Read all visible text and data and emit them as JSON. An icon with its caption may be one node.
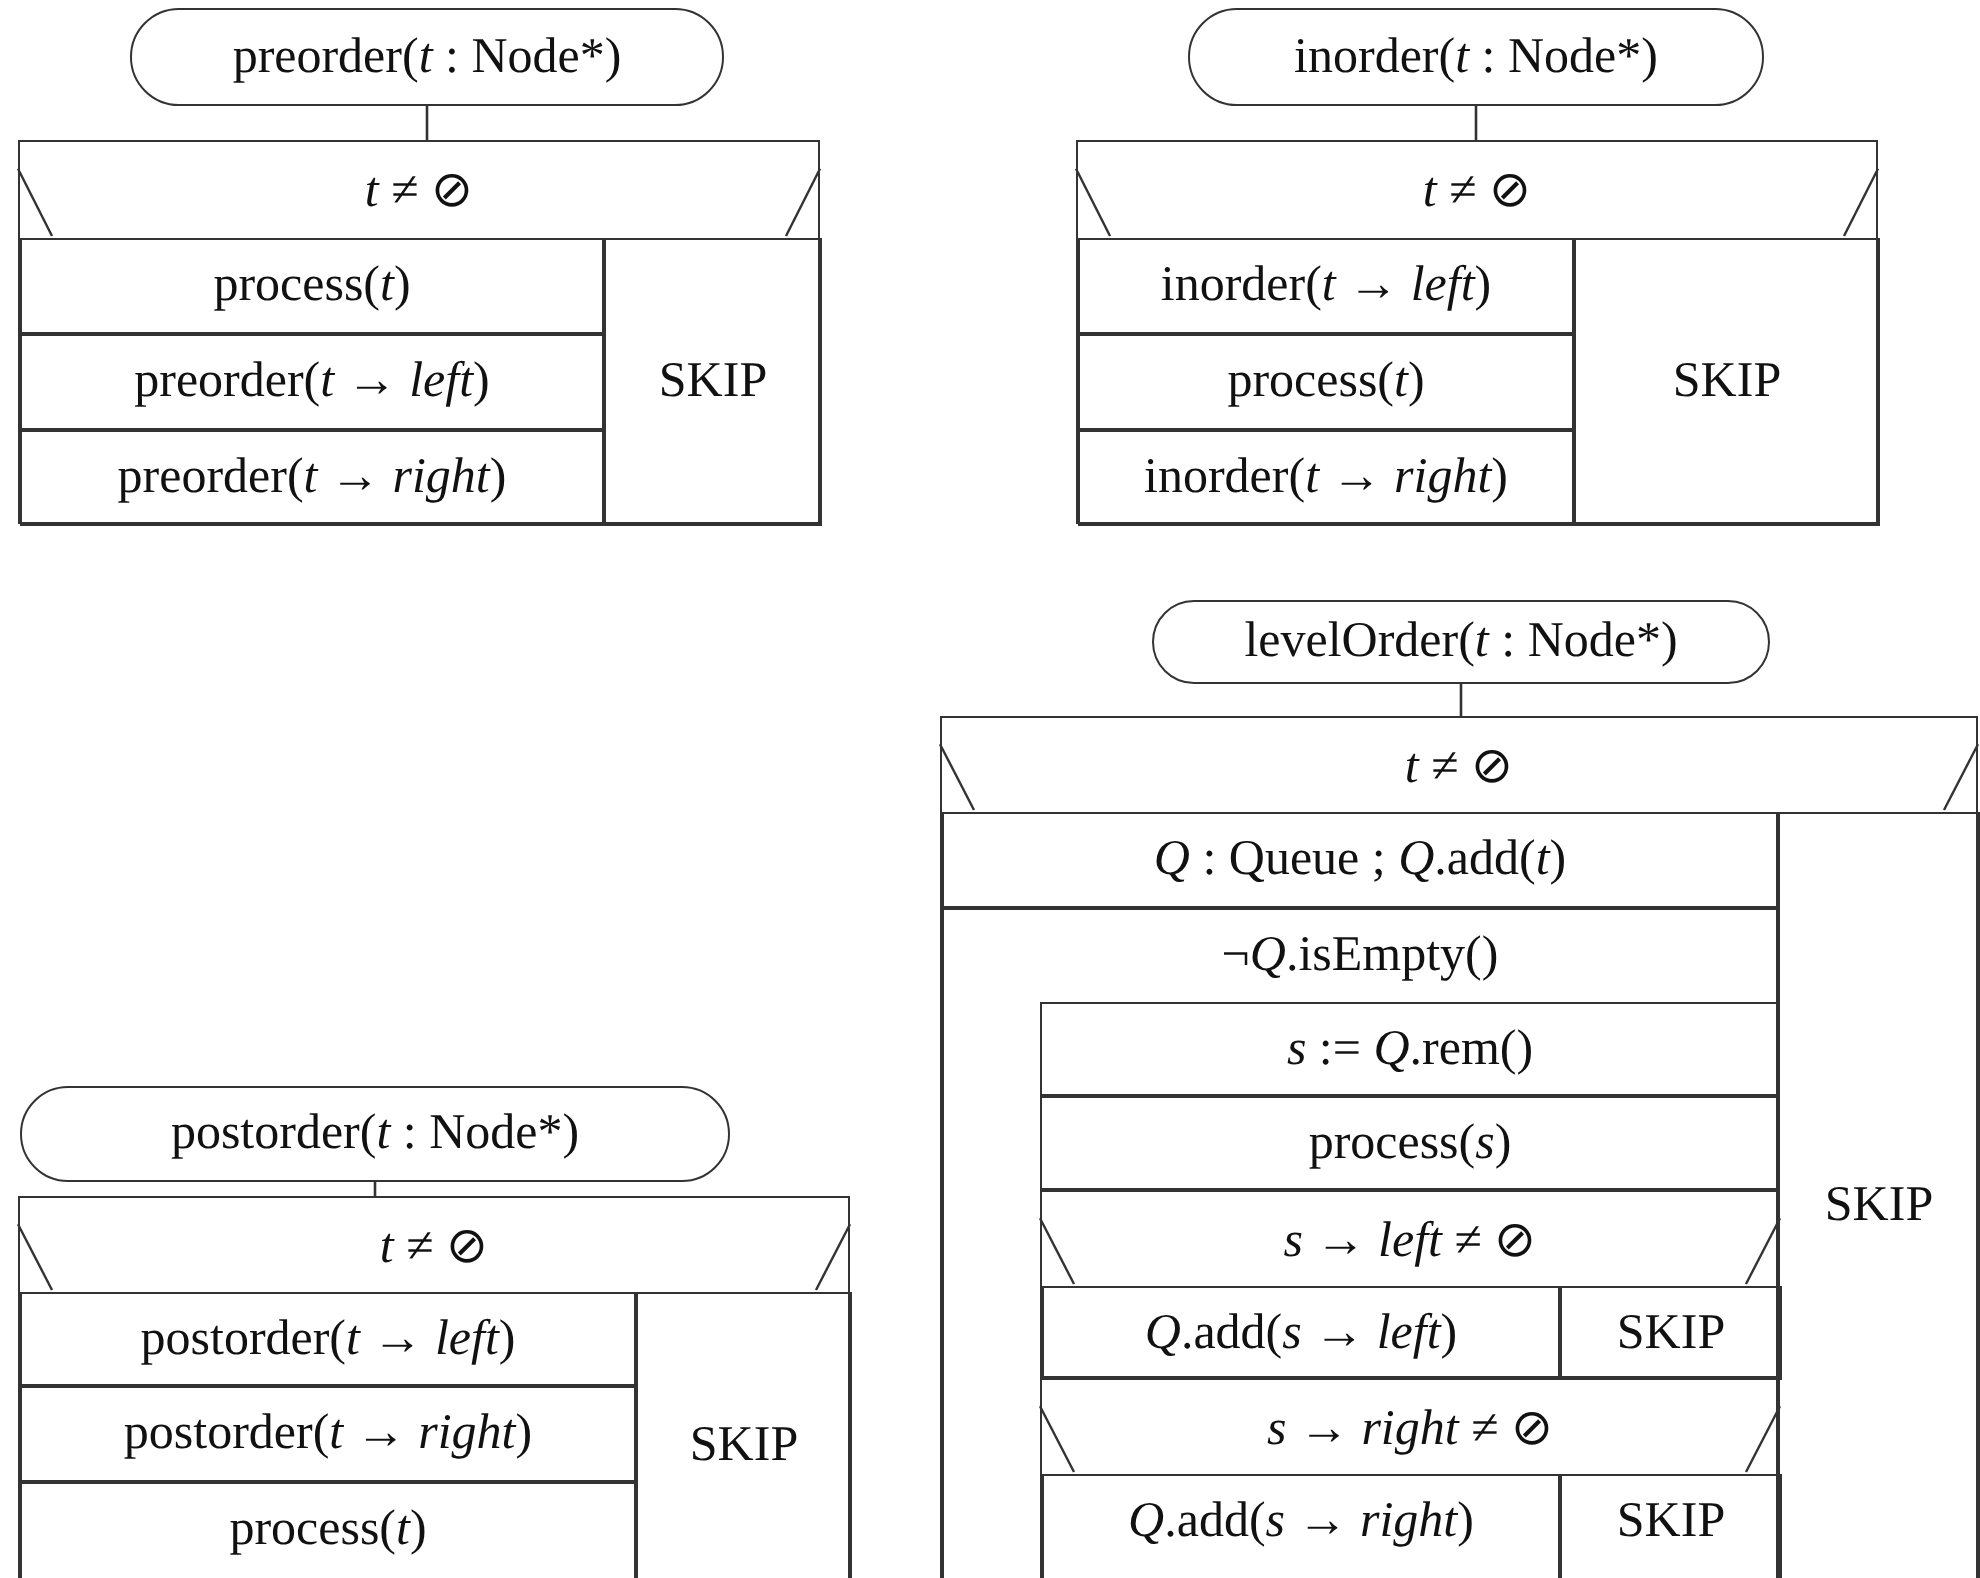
{
  "diagram": {
    "nodes": [
      {
        "text": [
          "preorder(*t* : Node*)"
        ]
      },
      {
        "text": [
          "*t* ≠ ⊘"
        ]
      },
      {
        "text": [
          "process(*t*)"
        ],
        "in": 1
      },
      {
        "text": [
          "preorder(*t* → *left*)"
        ],
        "in": 1
      },
      {
        "text": [
          "preorder(*t* → *right*)"
        ],
        "in": 1
      },
      {
        "text": [
          "SKIP"
        ],
        "in": 1
      },
      {
        "text": [
          "inorder(*t* : Node*)"
        ]
      },
      {
        "text": [
          "*t* ≠ ⊘"
        ]
      },
      {
        "text": [
          "inorder(*t* → *left*)"
        ],
        "in": 7
      },
      {
        "text": [
          "process(*t*)"
        ],
        "in": 7
      },
      {
        "text": [
          "inorder(*t* → *right*)"
        ],
        "in": 7
      },
      {
        "text": [
          "SKIP"
        ],
        "in": 7
      },
      {
        "text": [
          "levelOrder(*t* : Node*)"
        ]
      },
      {
        "text": [
          "*t* ≠ ⊘"
        ]
      },
      {
        "text": [
          "*Q* : Queue ; *Q*.add(*t*)"
        ],
        "in": 13
      },
      {
        "text": [
          "¬*Q*.isEmpty()"
        ],
        "in": 13
      },
      {
        "text": [
          "*s* := *Q*.rem()"
        ],
        "in": 15
      },
      {
        "text": [
          "process(*s*)"
        ],
        "in": 15
      },
      {
        "text": [
          "*s* → *left* ≠ ⊘"
        ],
        "in": 15
      },
      {
        "text": [
          "*Q*.add(*s* → *left*)"
        ],
        "in": 18
      },
      {
        "text": [
          "SKIP"
        ],
        "in": 18
      },
      {
        "text": [
          "*s* → *right* ≠ ⊘"
        ],
        "in": 15
      },
      {
        "text": [
          "*Q*.add(*s* → *right*)"
        ],
        "in": 21
      },
      {
        "text": [
          "SKIP"
        ],
        "in": 21
      },
      {
        "text": [
          "SKIP"
        ],
        "in": 13
      },
      {
        "text": [
          "postorder(*t* : Node*)"
        ]
      },
      {
        "text": [
          "*t* ≠ ⊘"
        ]
      },
      {
        "text": [
          "postorder(*t* → *left*)"
        ],
        "in": 26
      },
      {
        "text": [
          "postorder(*t* → *right*)"
        ],
        "in": 26
      },
      {
        "text": [
          "process(*t*)"
        ],
        "in": 26
      },
      {
        "text": [
          "SKIP"
        ],
        "in": 26
      }
    ],
    "edges": [
      {
        "from": 0,
        "to": 1,
        "arrow": "none"
      },
      {
        "from": 6,
        "to": 7,
        "arrow": "none"
      },
      {
        "from": 12,
        "to": 13,
        "arrow": "none"
      },
      {
        "from": 25,
        "to": 26,
        "arrow": "none"
      }
    ]
  }
}
